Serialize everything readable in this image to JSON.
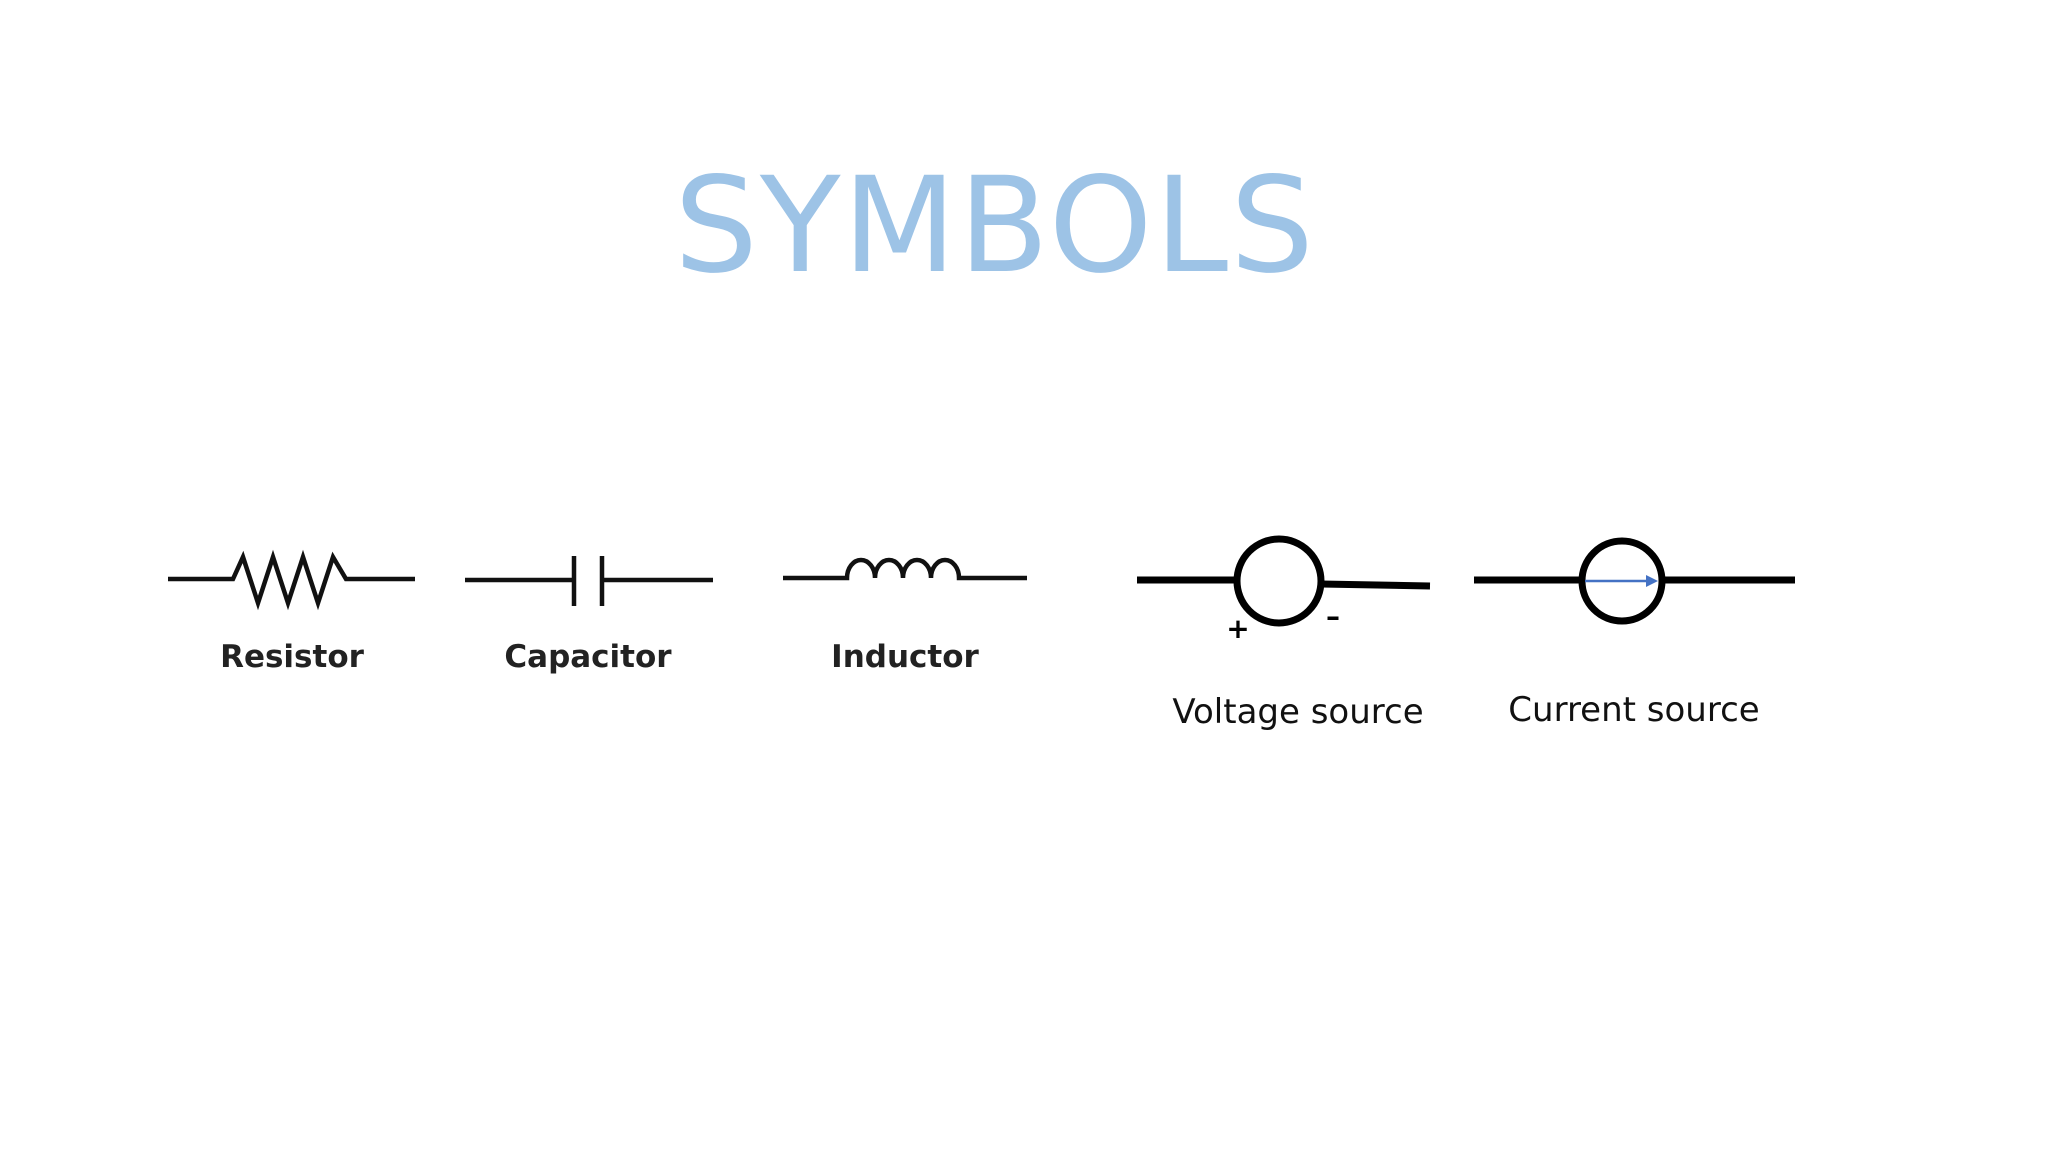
{
  "slide": {
    "title": "SYMBOLS"
  },
  "symbols": {
    "resistor": {
      "label": "Resistor"
    },
    "capacitor": {
      "label": "Capacitor"
    },
    "inductor": {
      "label": "Inductor"
    },
    "voltage_source": {
      "label": "Voltage source",
      "plus_sign": "+",
      "minus_sign": "–"
    },
    "current_source": {
      "label": "Current source"
    }
  },
  "colors": {
    "title": "#9dc3e6",
    "arrow": "#4472c4",
    "line": "#111111"
  }
}
